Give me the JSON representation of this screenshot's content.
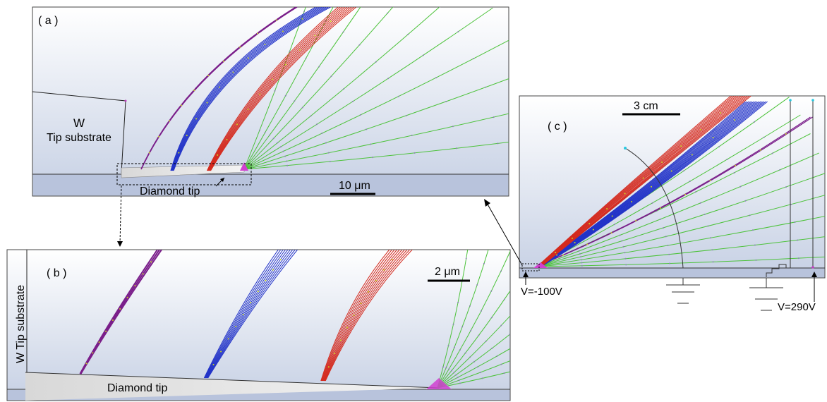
{
  "panels": {
    "a": {
      "label": "( a )",
      "substrate_label_line1": "W",
      "substrate_label_line2": "Tip substrate",
      "tip_label": "Diamond tip",
      "scale_label": "10 μm"
    },
    "b": {
      "label": "( b )",
      "substrate_label": "W Tip substrate",
      "tip_label": "Diamond tip",
      "scale_label": "2 μm"
    },
    "c": {
      "label": "( c )",
      "scale_label": "3 cm",
      "voltage_left": "V=-100V",
      "voltage_right": "V=290V"
    }
  },
  "colors": {
    "panel_top": "#ffffff",
    "panel_bottom": "#c9d3e6",
    "floor": "#b9c4dc",
    "purple": "#7a1e8a",
    "blue": "#2233c8",
    "red": "#d42a1e",
    "green": "#4cc23a",
    "magenta": "#d040d0",
    "yellow": "#f2e21a",
    "cyan": "#28c8e0"
  }
}
